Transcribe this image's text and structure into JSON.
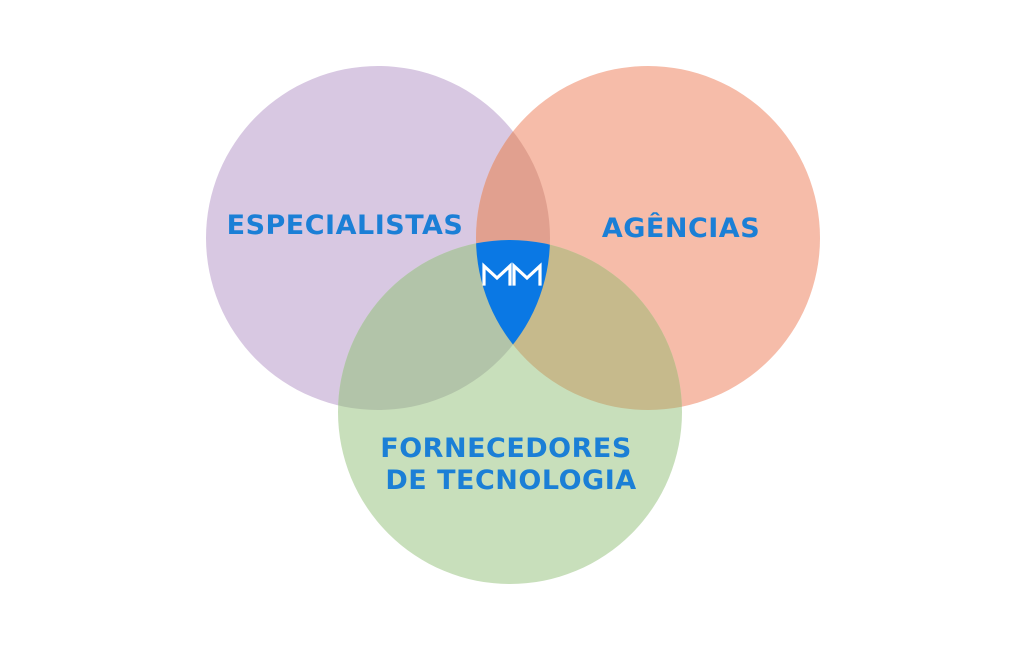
{
  "diagram": {
    "type": "venn",
    "sets": [
      {
        "id": "especialistas",
        "label": "ESPECIALISTAS",
        "color": "#d8c8e2"
      },
      {
        "id": "agencias",
        "label": "AGÊNCIAS",
        "color": "#f6bca9"
      },
      {
        "id": "fornecedores",
        "label_lines": [
          "FORNECEDORES",
          "DE TECNOLOGIA"
        ],
        "color": "#c8dfbb"
      }
    ],
    "overlap_colors": {
      "especialistas_agencias": "#e1a08f",
      "especialistas_fornecedores": "#b2c4a9",
      "agencias_fornecedores": "#c6ba8c"
    },
    "center": {
      "logo": "MM",
      "icon": "mm-shield-logo-icon",
      "color": "#0a78e4",
      "text_color": "#ffffff"
    },
    "label_color": "#1b7fd6"
  }
}
